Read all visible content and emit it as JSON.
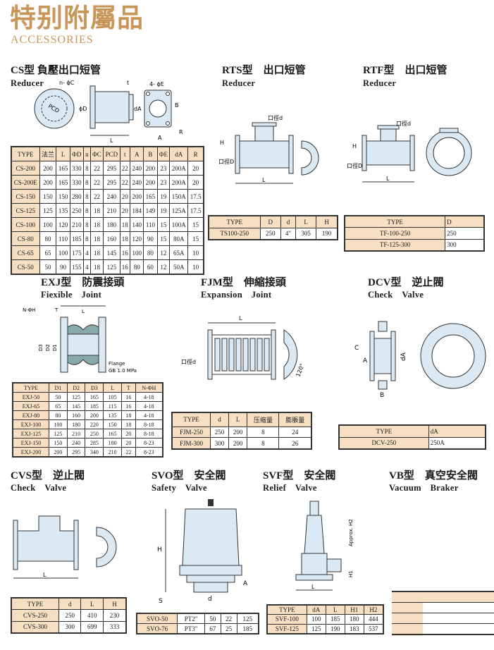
{
  "header": {
    "title": "特别附屬品",
    "subtitle": "ACCESSORIES"
  },
  "cs": {
    "title": "CS型 負壓出口短管",
    "subtitle": "Reducer",
    "headers": [
      "TYPE",
      "法兰",
      "L",
      "ΦD",
      "n",
      "ΦC",
      "PCD",
      "t",
      "A",
      "B",
      "ΦE",
      "dA",
      "R"
    ],
    "rows": [
      [
        "CS-200",
        "200",
        "165",
        "330",
        "8",
        "22",
        "295",
        "22",
        "240",
        "200",
        "23",
        "200A",
        "20"
      ],
      [
        "CS-200E",
        "200",
        "165",
        "330",
        "8",
        "22",
        "295",
        "22",
        "240",
        "200",
        "23",
        "200A",
        "20"
      ],
      [
        "CS-150",
        "150",
        "150",
        "280",
        "8",
        "22",
        "240",
        "20",
        "200",
        "165",
        "19",
        "150A",
        "17.5"
      ],
      [
        "CS-125",
        "125",
        "135",
        "250",
        "8",
        "18",
        "210",
        "20",
        "184",
        "149",
        "19",
        "125A",
        "17.5"
      ],
      [
        "CS-100",
        "100",
        "120",
        "210",
        "8",
        "18",
        "180",
        "18",
        "140",
        "110",
        "15",
        "100A",
        "15"
      ],
      [
        "CS-80",
        "80",
        "110",
        "185",
        "8",
        "18",
        "160",
        "18",
        "120",
        "90",
        "15",
        "80A",
        "15"
      ],
      [
        "CS-65",
        "65",
        "100",
        "175",
        "4",
        "18",
        "145",
        "16",
        "100",
        "80",
        "12",
        "65A",
        "10"
      ],
      [
        "CS-50",
        "50",
        "90",
        "155",
        "4",
        "18",
        "125",
        "16",
        "80",
        "60",
        "12",
        "50A",
        "10"
      ]
    ],
    "labels": [
      "n- ϕC",
      "4- ϕE",
      "PCD",
      "ϕD",
      "dA",
      "B",
      "A",
      "L",
      "t",
      "R"
    ]
  },
  "rts": {
    "title": "RTS型　出口短管",
    "subtitle": "Reducer",
    "headers": [
      "TYPE",
      "D",
      "d",
      "L",
      "H"
    ],
    "rows": [
      [
        "TS100-250",
        "250",
        "4\"",
        "305",
        "190"
      ]
    ],
    "labels": [
      "口徑d",
      "口徑D",
      "H",
      "L"
    ]
  },
  "rtf": {
    "title": "RTF型　出口短管",
    "subtitle": "Reducer",
    "headers": [
      "TYPE",
      "D"
    ],
    "rows": [
      [
        "TF-100-250",
        "250"
      ],
      [
        "TF-125-300",
        "300"
      ]
    ],
    "labels": [
      "口徑d",
      "口徑D",
      "H",
      "L"
    ]
  },
  "exj": {
    "title": "EXJ型　防震接頭",
    "subtitle": "Fiexible　Joint",
    "headers": [
      "TYPE",
      "D1",
      "D2",
      "D3",
      "L",
      "T",
      "N-ΦH"
    ],
    "rows": [
      [
        "EXJ-50",
        "50",
        "125",
        "165",
        "105",
        "16",
        "4-18"
      ],
      [
        "EXJ-65",
        "65",
        "145",
        "185",
        "115",
        "16",
        "4-18"
      ],
      [
        "EXJ-80",
        "80",
        "160",
        "200",
        "135",
        "18",
        "4-18"
      ],
      [
        "EXJ-100",
        "100",
        "180",
        "220",
        "150",
        "18",
        "8-18"
      ],
      [
        "EXJ-125",
        "125",
        "210",
        "250",
        "165",
        "20",
        "8-18"
      ],
      [
        "EXJ-150",
        "150",
        "240",
        "285",
        "180",
        "20",
        "8-23"
      ],
      [
        "EXJ-200",
        "200",
        "295",
        "340",
        "210",
        "22",
        "8-23"
      ]
    ],
    "labels": [
      "N-ΦH",
      "T",
      "L",
      "D3",
      "D2",
      "D1",
      "Flange",
      "GB 1.0 MPa"
    ]
  },
  "fjm": {
    "title": "FJM型　伸縮接頭",
    "subtitle": "Expansion　Joint",
    "headers": [
      "TYPE",
      "d",
      "L",
      "压缩量",
      "膨脹量"
    ],
    "rows": [
      [
        "FJM-250",
        "250",
        "200",
        "8",
        "24"
      ],
      [
        "FJM-300",
        "300",
        "200",
        "8",
        "26"
      ]
    ],
    "labels": [
      "L",
      "口徑d",
      "120°"
    ]
  },
  "dcv": {
    "title": "DCV型　逆止閥",
    "subtitle": "Check　Valve",
    "headers": [
      "TYPE",
      "dA"
    ],
    "rows": [
      [
        "DCV-250",
        "250A"
      ]
    ],
    "labels": [
      "C",
      "A",
      "dA",
      "B"
    ]
  },
  "cvs": {
    "title": "CVS型　逆止閥",
    "subtitle": "Check　Valve",
    "headers": [
      "TYPE",
      "d",
      "L",
      "H"
    ],
    "rows": [
      [
        "CVS-250",
        "250",
        "410",
        "230"
      ],
      [
        "CVS-300",
        "300",
        "699",
        "333"
      ]
    ],
    "labels": [
      "L"
    ]
  },
  "svo": {
    "title": "SVO型　安全閥",
    "subtitle": "Safety　Valve",
    "rows": [
      [
        "SVO-50",
        "PT2\"",
        "50",
        "22",
        "125"
      ],
      [
        "SVO-76",
        "PT3\"",
        "67",
        "25",
        "185"
      ]
    ],
    "labels": [
      "H",
      "A",
      "S",
      "d"
    ]
  },
  "svf": {
    "title": "SVF型　安全閥",
    "subtitle": "Relief　Valve",
    "headers": [
      "TYPE",
      "dA",
      "L",
      "H1",
      "H2"
    ],
    "rows": [
      [
        "SVF-100",
        "100",
        "185",
        "180",
        "444"
      ],
      [
        "SVF-125",
        "125",
        "190",
        "183",
        "537"
      ]
    ],
    "labels": [
      "Approx. H2",
      "H1",
      "L"
    ]
  },
  "vb": {
    "title": "VB型　真空安全閥",
    "subtitle": "Vacuum　Braker"
  },
  "colors": {
    "accent": "#c9965a",
    "header_cell": "#f6dfc3",
    "drawing": "#dbe9f5"
  }
}
